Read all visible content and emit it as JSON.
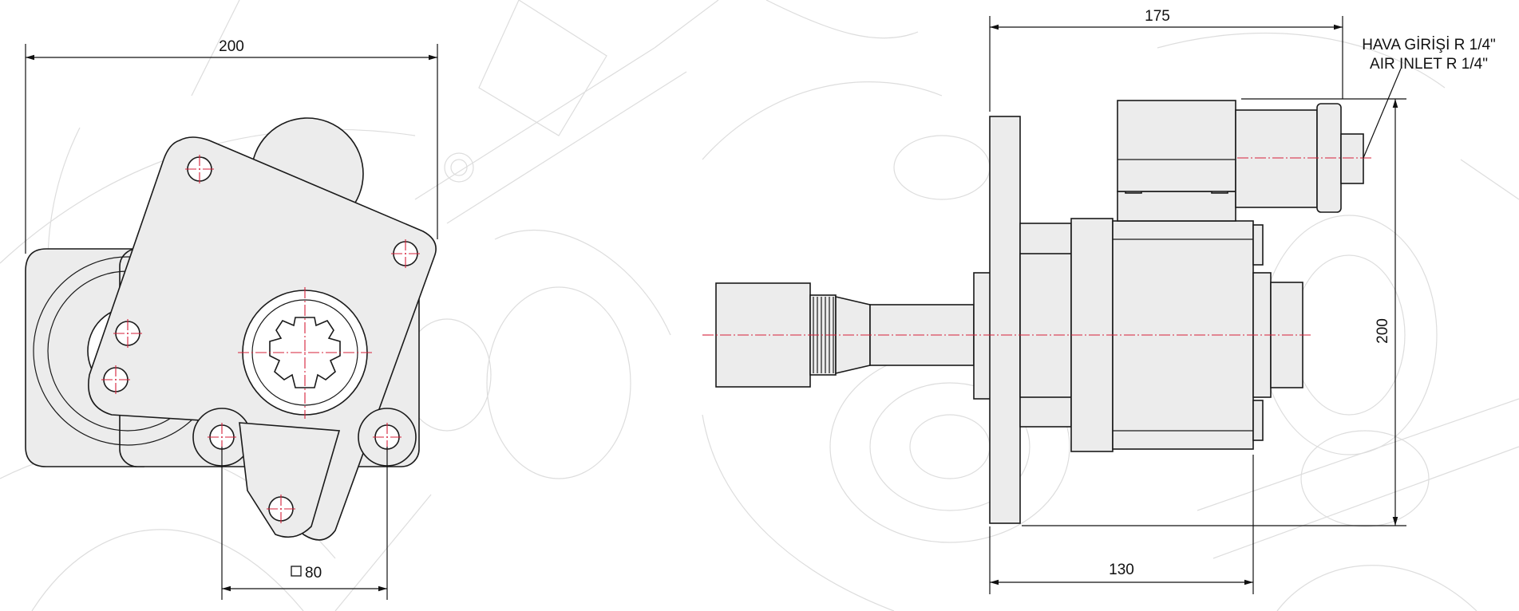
{
  "dimensions": {
    "front_width": "200",
    "front_square": "80",
    "side_length_top": "175",
    "side_length_bottom": "130",
    "side_height": "200"
  },
  "labels": {
    "air_inlet_tr": "HAVA GİRİŞİ R 1/4\"",
    "air_inlet_en": "AIR INLET R 1/4\""
  },
  "colors": {
    "centerline": "#d6203a",
    "part_fill": "#ececec",
    "outline": "#1a1a1a",
    "background_drawing": "#dddddd"
  },
  "icons": {
    "square_symbol": "square-icon"
  }
}
